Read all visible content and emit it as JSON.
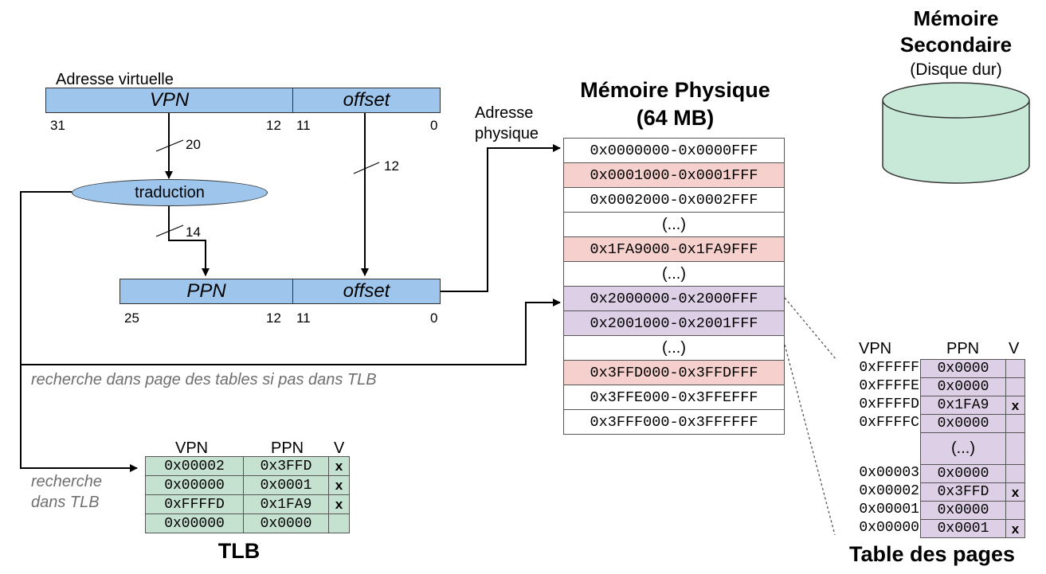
{
  "virtual_address": {
    "label": "Adresse virtuelle",
    "vpn_label": "VPN",
    "offset_label": "offset",
    "bit_31": "31",
    "bit_12": "12",
    "bit_11": "11",
    "bit_0": "0"
  },
  "physical_address": {
    "label_line1": "Adresse",
    "label_line2": "physique",
    "ppn_label": "PPN",
    "offset_label": "offset",
    "bit_25": "25",
    "bit_12": "12",
    "bit_11": "11",
    "bit_0": "0"
  },
  "translation": {
    "label": "traduction",
    "width_vpn": "20",
    "width_offset": "12",
    "width_ppn": "14"
  },
  "notes": {
    "page_table_lookup": "recherche dans page des tables si pas dans TLB",
    "tlb_lookup_line1": "recherche",
    "tlb_lookup_line2": "dans TLB"
  },
  "physical_memory": {
    "title_line1": "Mémoire Physique",
    "title_line2": "(64 MB)",
    "rows": [
      {
        "text": "0x0000000-0x0000FFF",
        "color": "#ffffff"
      },
      {
        "text": "0x0001000-0x0001FFF",
        "color": "#f6d0cc"
      },
      {
        "text": "0x0002000-0x0002FFF",
        "color": "#ffffff"
      },
      {
        "text": "(...)",
        "color": "#ffffff"
      },
      {
        "text": "0x1FA9000-0x1FA9FFF",
        "color": "#f6d0cc"
      },
      {
        "text": "(...)",
        "color": "#ffffff"
      },
      {
        "text": "0x2000000-0x2000FFF",
        "color": "#ddd0e6"
      },
      {
        "text": "0x2001000-0x2001FFF",
        "color": "#ddd0e6"
      },
      {
        "text": "(...)",
        "color": "#ffffff"
      },
      {
        "text": "0x3FFD000-0x3FFDFFF",
        "color": "#f6d0cc"
      },
      {
        "text": "0x3FFE000-0x3FFEFFF",
        "color": "#ffffff"
      },
      {
        "text": "0x3FFF000-0x3FFFFFF",
        "color": "#ffffff"
      }
    ]
  },
  "secondary_memory": {
    "title_line1": "Mémoire",
    "title_line2": "Secondaire",
    "subtitle": "(Disque dur)"
  },
  "page_table": {
    "title": "Table des pages",
    "headers": {
      "vpn": "VPN",
      "ppn": "PPN",
      "v": "V"
    },
    "rows": [
      {
        "vpn": "0xFFFFF",
        "ppn": "0x0000",
        "v": ""
      },
      {
        "vpn": "0xFFFFE",
        "ppn": "0x0000",
        "v": ""
      },
      {
        "vpn": "0xFFFFD",
        "ppn": "0x1FA9",
        "v": "x"
      },
      {
        "vpn": "0xFFFFC",
        "ppn": "0x0000",
        "v": ""
      },
      {
        "vpn": "",
        "ppn": "(...)",
        "v": ""
      },
      {
        "vpn": "0x00003",
        "ppn": "0x0000",
        "v": ""
      },
      {
        "vpn": "0x00002",
        "ppn": "0x3FFD",
        "v": "x"
      },
      {
        "vpn": "0x00001",
        "ppn": "0x0000",
        "v": ""
      },
      {
        "vpn": "0x00000",
        "ppn": "0x0001",
        "v": "x"
      }
    ]
  },
  "tlb": {
    "title": "TLB",
    "headers": {
      "vpn": "VPN",
      "ppn": "PPN",
      "v": "V"
    },
    "rows": [
      {
        "vpn": "0x00002",
        "ppn": "0x3FFD",
        "v": "x"
      },
      {
        "vpn": "0x00000",
        "ppn": "0x0001",
        "v": "x"
      },
      {
        "vpn": "0xFFFFD",
        "ppn": "0x1FA9",
        "v": "x"
      },
      {
        "vpn": "0x00000",
        "ppn": "0x0000",
        "v": ""
      }
    ]
  },
  "colors": {
    "address_field": "#9ec6ec",
    "tlb_fill": "#c5e2d0",
    "page_table_fill": "#ddd0e6",
    "disk_fill": "#c8e8d8"
  }
}
